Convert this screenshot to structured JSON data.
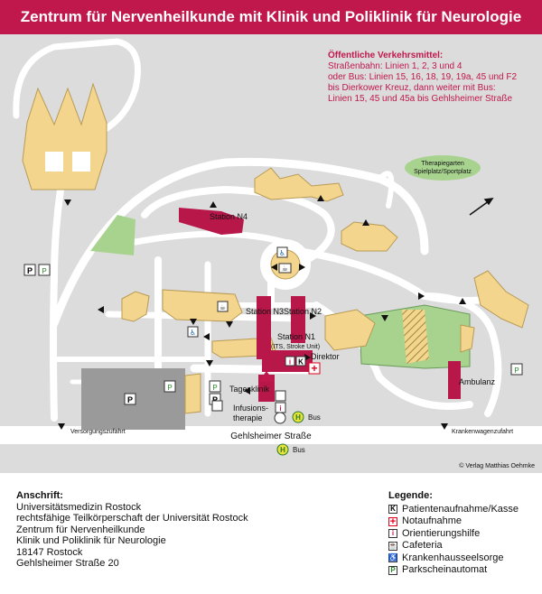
{
  "title": "Zentrum für Nervenheilkunde mit Klinik und Poliklinik für Neurologie",
  "transit": {
    "title": "Öffentliche Verkehrsmittel:",
    "lines": [
      "Straßenbahn: Linien 1, 2, 3 und 4",
      "oder Bus: Linien 15, 16, 18, 19, 19a, 45 und F2",
      "bis Dierkower Kreuz, dann weiter mit Bus:",
      "Linien 15, 45 und 45a bis Gehlsheimer Straße"
    ]
  },
  "map": {
    "labels": {
      "station_n4": "Station N4",
      "station_n3": "Station N3",
      "station_n2": "Station N2",
      "station_n1": "Station N1",
      "its": "(ITS, Stroke Unit)",
      "direktor": "Direktor",
      "ambulanz": "Ambulanz",
      "tagesklinik": "Tagesklinik",
      "infusion_1": "Infusions-",
      "infusion_2": "therapie",
      "therapiegarten_1": "Therapiegarten",
      "therapiegarten_2": "Spielplatz/Sportplatz",
      "street": "Gehlsheimer Straße",
      "versorgungszufahrt": "Versorgungszufahrt",
      "krankenwagenzufahrt": "Krankenwagenzufahrt",
      "bus": "Bus",
      "bus_stop": "H",
      "parking": "P",
      "copyright": "© Verlag Matthias Oehmke"
    }
  },
  "address": {
    "title": "Anschrift:",
    "lines": [
      "Universitätsmedizin Rostock",
      "rechtsfähige Teilkörperschaft der Universität Rostock",
      "Zentrum für Nervenheilkunde",
      "Klinik und Poliklinik für Neurologie",
      "18147 Rostock",
      "Gehlsheimer Straße 20"
    ]
  },
  "legend": {
    "title": "Legende:",
    "items": [
      {
        "icon": "K",
        "icon_name": "admission-icon",
        "label": "Patientenaufnahme/Kasse"
      },
      {
        "icon": "+",
        "icon_name": "emergency-cross-icon",
        "label": "Notaufnahme"
      },
      {
        "icon": "i",
        "icon_name": "info-icon",
        "label": "Orientierungshilfe"
      },
      {
        "icon": "☕",
        "icon_name": "cafe-icon",
        "label": "Cafeteria"
      },
      {
        "icon": "♿",
        "icon_name": "pastoral-care-icon",
        "label": "Krankenhausseelsorge"
      },
      {
        "icon": "P",
        "icon_name": "parking-ticket-icon",
        "label": "Parkscheinautomat"
      }
    ]
  },
  "colors": {
    "header": "#c0174c",
    "building": "#f3d58d",
    "building_edge": "#b89a55",
    "highlight_building": "#b8174a",
    "road": "#ffffff",
    "ground": "#dcdcdc",
    "green": "#a7d38f",
    "parking_lot": "#9a9a9a"
  }
}
